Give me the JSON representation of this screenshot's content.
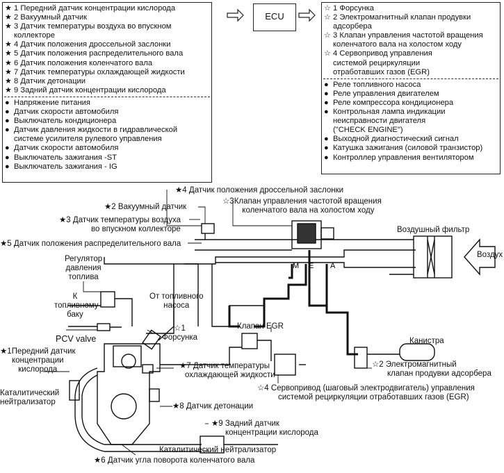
{
  "inputs": [
    {
      "mark": "★",
      "text": "1 Передний датчик концентрации кислорода"
    },
    {
      "mark": "★",
      "text": "2 Вакуумный датчик"
    },
    {
      "mark": "★",
      "text": "3 Датчик температуры воздуха во впускном"
    },
    {
      "mark": "",
      "text": "коллекторе"
    },
    {
      "mark": "★",
      "text": "4 Датчик положения дроссельной заслонки"
    },
    {
      "mark": "★",
      "text": "5 Датчик положения распределительного вала"
    },
    {
      "mark": "★",
      "text": "6 Датчик положения коленчатого вала"
    },
    {
      "mark": "★",
      "text": "7 Датчик температуры охлаждающей жидкости"
    },
    {
      "mark": "★",
      "text": "8 Датчик детонации"
    },
    {
      "mark": "★",
      "text": "9 Задний датчик концентрации кислорода"
    }
  ],
  "inputs_other": [
    {
      "mark": "●",
      "text": "Напряжение питания"
    },
    {
      "mark": "●",
      "text": "Датчик скорости автомобиля"
    },
    {
      "mark": "●",
      "text": "Выключатель кондиционера"
    },
    {
      "mark": "●",
      "text": "Датчик давления жидкости в гидравлической"
    },
    {
      "mark": "",
      "text": "системе усилителя рулевого управления"
    },
    {
      "mark": "●",
      "text": "Датчик скорости автомобиля"
    },
    {
      "mark": "●",
      "text": "Выключатель зажигания -ST"
    },
    {
      "mark": "●",
      "text": "Выключатель зажигания - IG"
    }
  ],
  "ecu": "ECU",
  "outputs": [
    {
      "mark": "☆",
      "text": "1 Форсунка"
    },
    {
      "mark": "☆",
      "text": "2 Электромагнитный клапан продувки"
    },
    {
      "mark": "",
      "text": "адсорбера"
    },
    {
      "mark": "☆",
      "text": "3 Клапан управления частотой вращения"
    },
    {
      "mark": "",
      "text": "коленчатого вала на холостом ходу"
    },
    {
      "mark": "☆",
      "text": "4 Сервопривод управления"
    },
    {
      "mark": "",
      "text": "системой рециркуляции"
    },
    {
      "mark": "",
      "text": "отработавших газов (EGR)"
    }
  ],
  "outputs_other": [
    {
      "mark": "●",
      "text": "Реле топливного насоса"
    },
    {
      "mark": "●",
      "text": "Реле управления двигателем"
    },
    {
      "mark": "●",
      "text": "Реле компрессора кондиционера"
    },
    {
      "mark": "●",
      "text": "Контрольная лампа индикации"
    },
    {
      "mark": "",
      "text": "неисправности двигателя"
    },
    {
      "mark": "",
      "text": "(\"CHECK ENGINE\")"
    },
    {
      "mark": "●",
      "text": "Выходной диагностический сигнал"
    },
    {
      "mark": "●",
      "text": "Катушка зажигания (силовой транзистор)"
    },
    {
      "mark": "●",
      "text": "Контроллер управления вентилятором"
    }
  ],
  "labels": {
    "tps": "★4 Датчик положения дроссельной заслонки",
    "idle_1": "☆3Клапан управления частотой вращения",
    "idle_2": "коленчатого вала на холостом ходу",
    "vacuum": "★2 Вакуумный датчик",
    "iat_1": "★3  Датчик температуры воздуха",
    "iat_2": "во впускном коллекторе",
    "cam": "★5 Датчик положения распределительного вала",
    "air_filter": "Воздушный фильтр",
    "air": "Воздух",
    "regulator": "Регулятор\nдавления\nтоплива",
    "to_tank": "К топливному баку",
    "from_pump_1": "От топливного",
    "from_pump_2": "насоса",
    "injector_1": "☆1",
    "injector_2": "Форсунка",
    "pcv": "PCV valve",
    "egr_valve": "Клапан EGR",
    "canister": "Канистра",
    "purge_1": "☆2 Электромагнитный",
    "purge_2": "клапан продувки адсорбера",
    "o2_front": "★1Передний датчик\nконцентрации\nкислорода",
    "coolant_1": "★7 Датчик температуры",
    "coolant_2": "охлаждающей жидкости",
    "cat1": "Каталитический\nнейтрализатор",
    "egr_servo_1": "☆4 Сервопривод (шаговый электродвигатель) управления",
    "egr_servo_2": "системой рециркуляции отработавших газов (EGR)",
    "knock": "★8 Датчик детонации",
    "o2_rear_1": "★9 Задний датчик",
    "o2_rear_2": "концентрации кислорода",
    "cat2": "Каталитический нейтрализатор",
    "crank": "★6 Датчик угла поворота коленчатого вала",
    "port_m": "M",
    "port_e": "E",
    "port_a": "A"
  }
}
